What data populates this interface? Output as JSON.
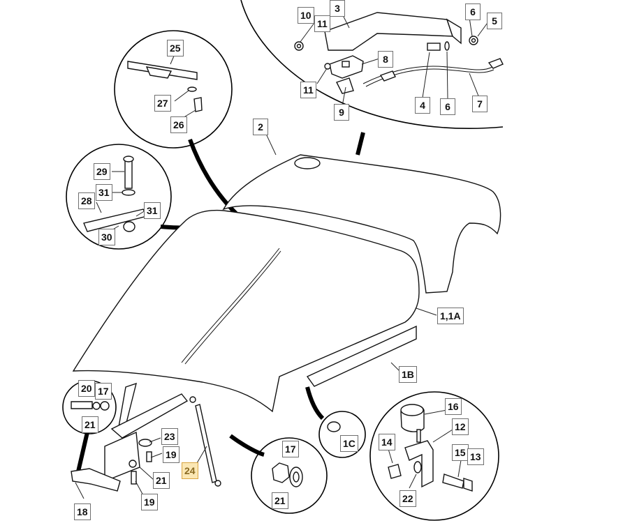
{
  "colors": {
    "highlight_fill": "#fbe7b4",
    "highlight_text": "#8a6a22",
    "line": "#111111"
  },
  "callouts": {
    "c3": "3",
    "c10": "10",
    "c11a": "11",
    "c6a": "6",
    "c5": "5",
    "c8": "8",
    "c11b": "11",
    "c4": "4",
    "c6b": "6",
    "c7": "7",
    "c9": "9",
    "c25": "25",
    "c27": "27",
    "c26": "26",
    "c2": "2",
    "c29": "29",
    "c31a": "31",
    "c28": "28",
    "c31b": "31",
    "c30": "30",
    "c1_1a": "1,1A",
    "c1b": "1B",
    "c20": "20",
    "c17a": "17",
    "c21a": "21",
    "c23": "23",
    "c19a": "19",
    "c24": "24",
    "c21b": "21",
    "c19b": "19",
    "c18": "18",
    "c17b": "17",
    "c21c": "21",
    "c1c": "1C",
    "c16": "16",
    "c12": "12",
    "c14": "14",
    "c15": "15",
    "c13": "13",
    "c22": "22"
  }
}
